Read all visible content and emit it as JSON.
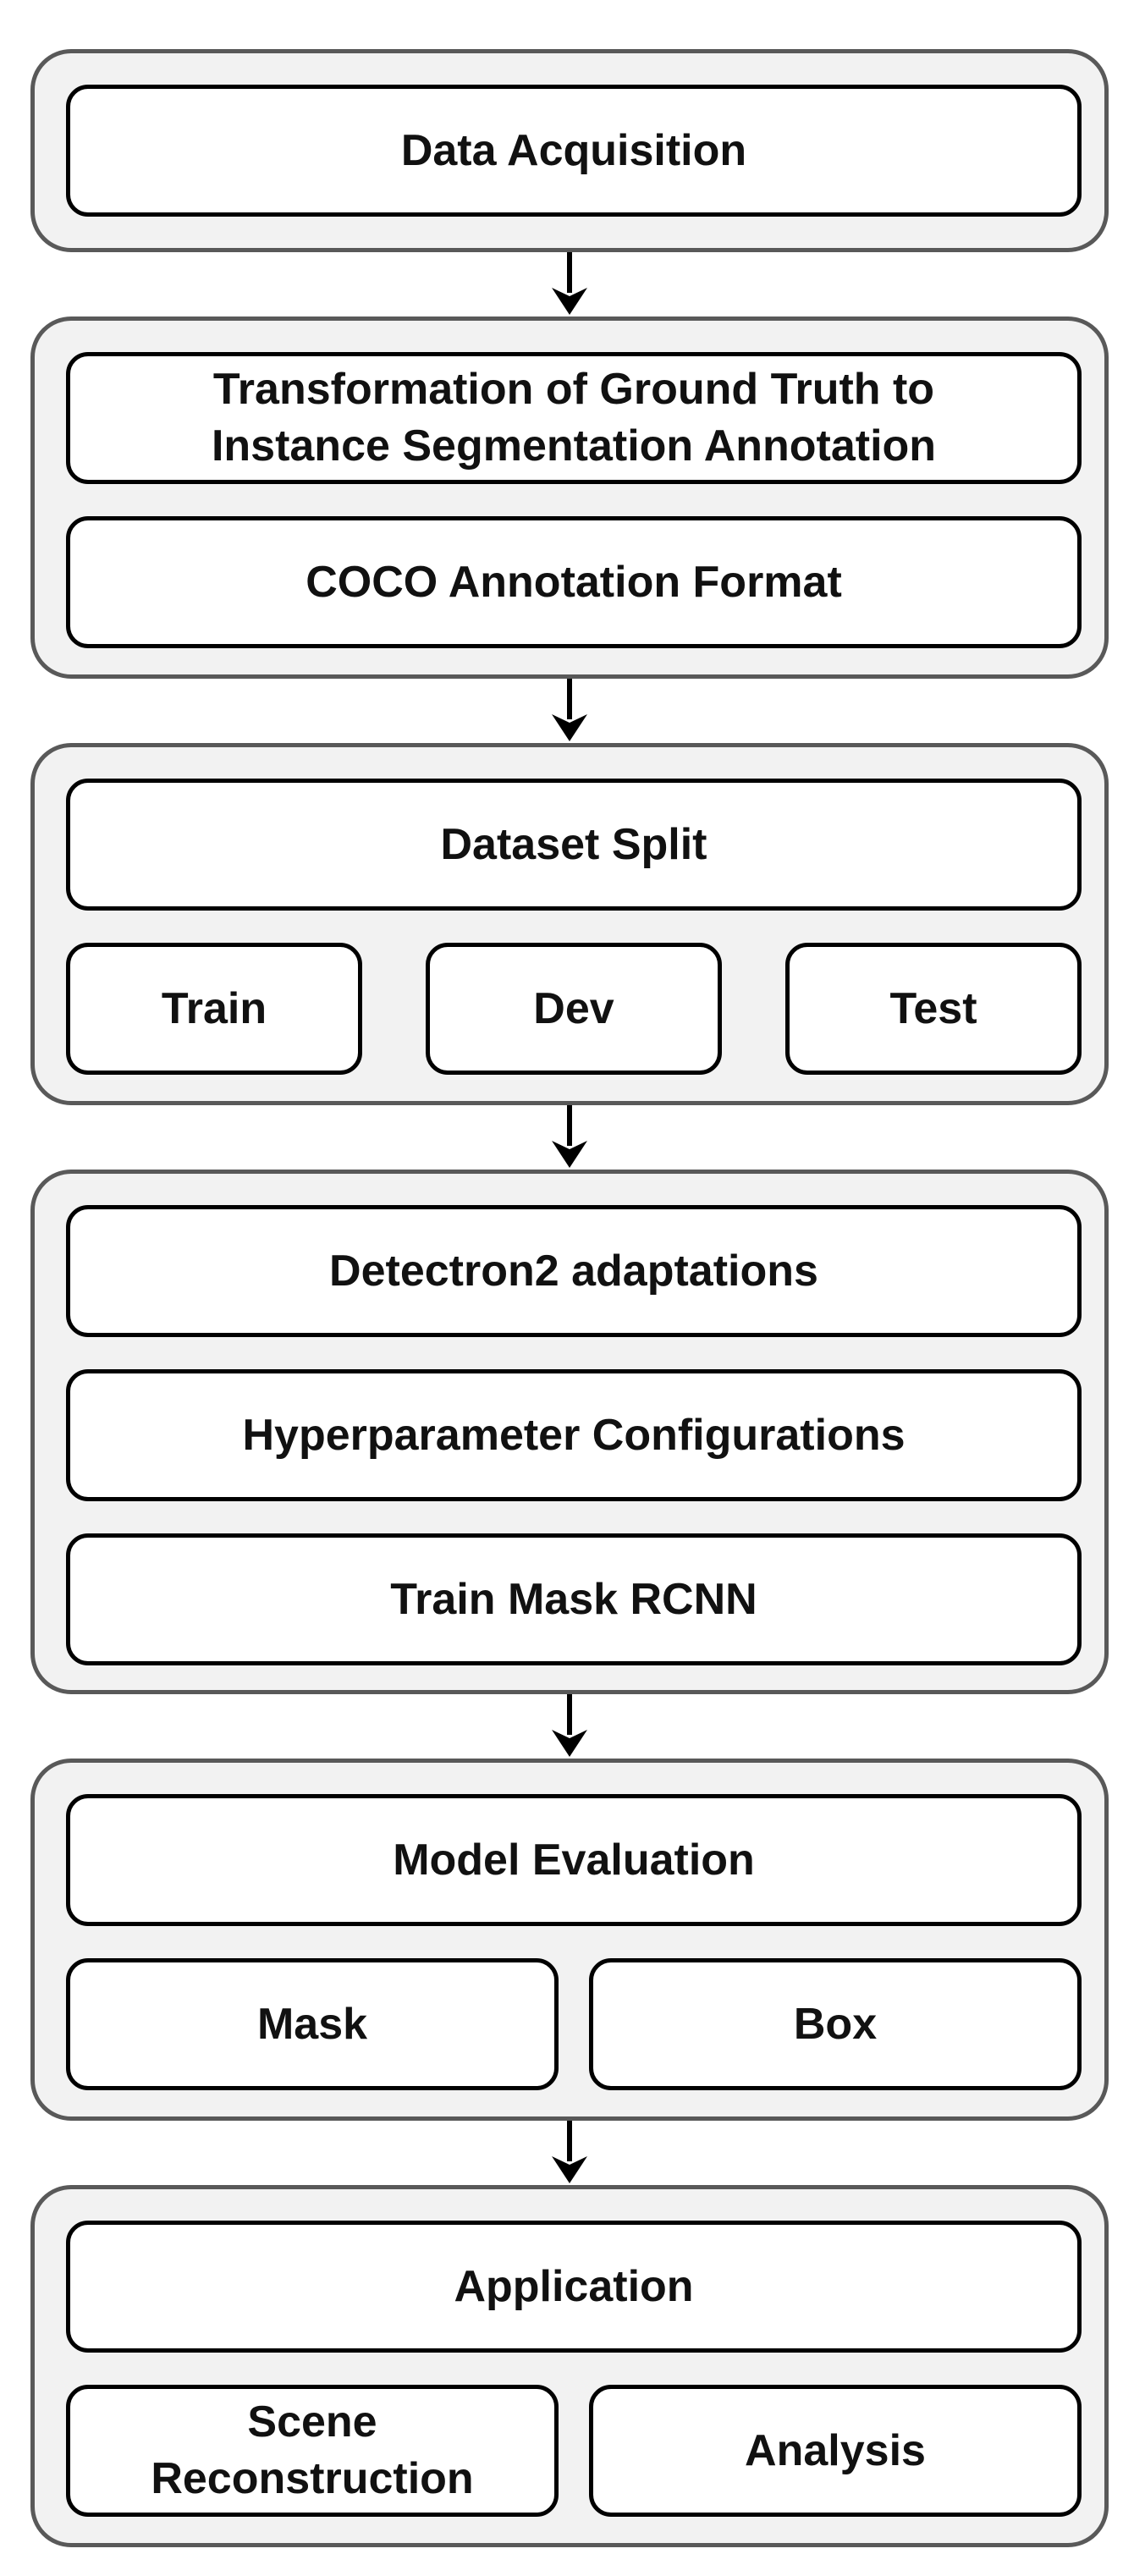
{
  "colors": {
    "group_fill": "#f2f2f2",
    "group_border": "#595959",
    "box_fill": "#ffffff",
    "box_border": "#000000",
    "text": "#111111",
    "arrow": "#000000"
  },
  "stages": {
    "data_acquisition": {
      "title": "Data Acquisition"
    },
    "annotation": {
      "transformation": "Transformation of Ground Truth to Instance Segmentation Annotation",
      "coco": "COCO Annotation Format"
    },
    "dataset_split": {
      "title": "Dataset Split",
      "train": "Train",
      "dev": "Dev",
      "test": "Test"
    },
    "training": {
      "detectron2": "Detectron2 adaptations",
      "hyperparameters": "Hyperparameter Configurations",
      "train_mask_rcnn": "Train Mask RCNN"
    },
    "evaluation": {
      "title": "Model Evaluation",
      "mask": "Mask",
      "box": "Box"
    },
    "application": {
      "title": "Application",
      "scene_reconstruction": "Scene Reconstruction",
      "analysis": "Analysis"
    }
  }
}
